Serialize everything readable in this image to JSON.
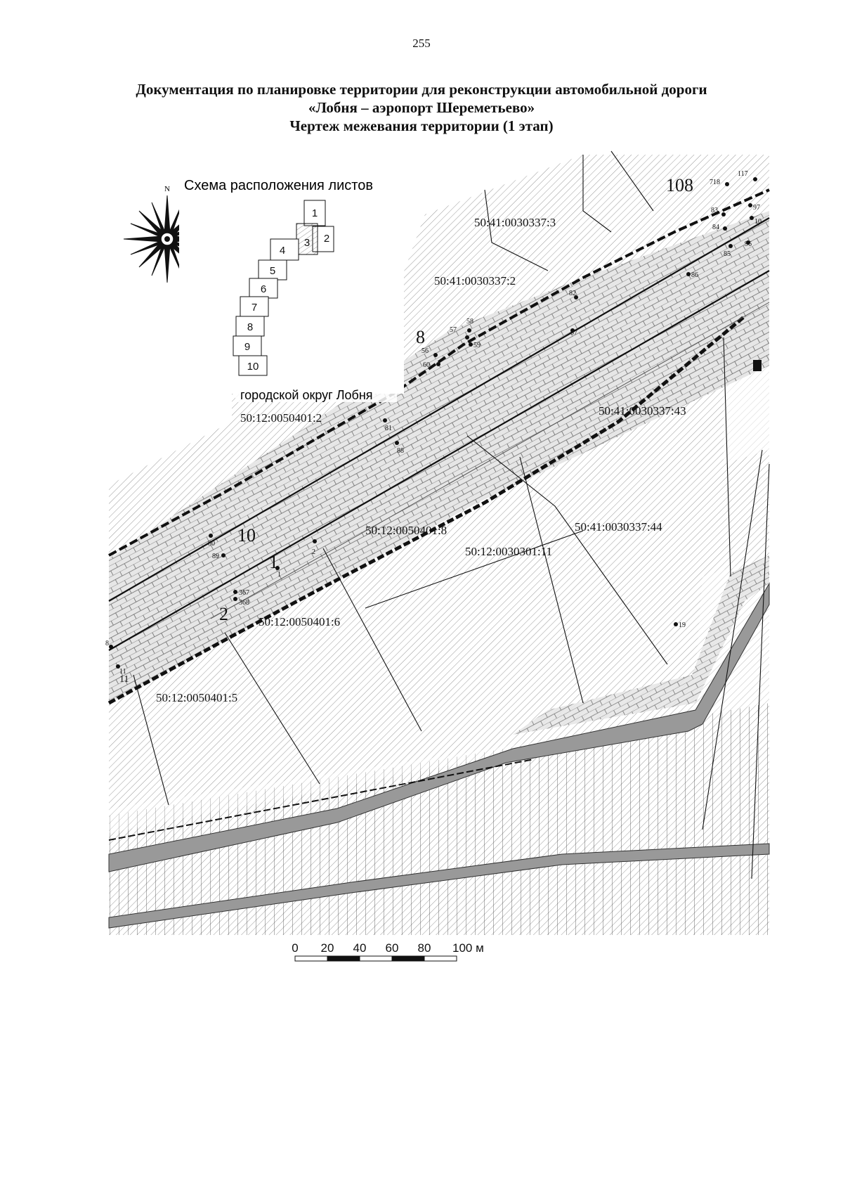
{
  "page_number": "255",
  "title": {
    "line1": "Документация по планировке территории для реконструкции автомобильной дороги",
    "line2": "«Лобня – аэропорт Шереметьево»",
    "line3": "Чертеж межевания территории (1 этап)"
  },
  "compass": {
    "north_label": "N",
    "icon": "compass-rose-icon"
  },
  "sheet_scheme": {
    "title": "Схема расположения листов",
    "sheets": [
      "1",
      "2",
      "3",
      "4",
      "5",
      "6",
      "7",
      "8",
      "9",
      "10"
    ],
    "highlighted_sheet": "3"
  },
  "municipality_label": "городской округ Лобня",
  "parcels": [
    "50:41:0030337:3",
    "50:41:0030337:2",
    "50:12:0050401:2",
    "50:41:0030337:43",
    "50:41:0030337:44",
    "50:12:0050401:8",
    "50:12:0030301:11",
    "50:12:0050401:6",
    "50:12:0050401:5"
  ],
  "zone_numbers": [
    "108",
    "8",
    "10",
    "1",
    "2",
    "11"
  ],
  "point_labels": [
    "718",
    "117",
    "97",
    "10",
    "83",
    "84",
    "85",
    "96",
    "86",
    "82",
    "87",
    "58",
    "57",
    "59",
    "56",
    "60",
    "81",
    "88",
    "80",
    "89",
    "2",
    "367",
    "368",
    "8",
    "11",
    "1",
    "19"
  ],
  "scale_bar": {
    "ticks": [
      "0",
      "20",
      "40",
      "60",
      "80",
      "100 м"
    ]
  }
}
